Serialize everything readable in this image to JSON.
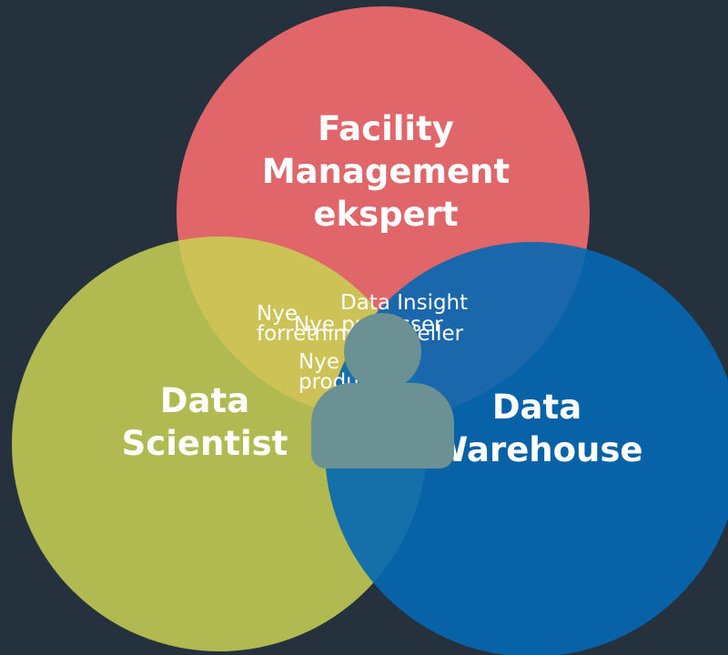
{
  "diagram": {
    "colors": {
      "background": "#25323d",
      "facility": "#e06669",
      "scientist": "#c9d254",
      "warehouse": "#0467b3",
      "person": "#6b9194",
      "text": "#ffffff"
    },
    "circles": {
      "facility_management": {
        "title": "Facility Management ekspert"
      },
      "data_scientist": {
        "title": "Data Scientist"
      },
      "data_warehouse": {
        "title": "Data Warehouse"
      }
    },
    "overlap_labels": {
      "data_insight": "Data Insight",
      "nye_prosesser": "Nye prosesser",
      "nye_forretningsmodeller": "Nye forretningsmodeller",
      "nye_produkter": "Nye produkter"
    },
    "center_icon": "person-icon"
  }
}
